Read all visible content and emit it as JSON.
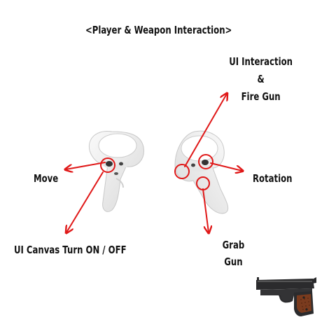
{
  "diagram": {
    "title": "<Player & Weapon Interaction>",
    "labels": {
      "ui_interaction_line1": "UI Interaction",
      "ui_interaction_line2": "&",
      "ui_interaction_line3": "Fire Gun",
      "move": "Move",
      "rotation": "Rotation",
      "ui_canvas": "UI Canvas Turn ON / OFF",
      "grab_line1": "Grab",
      "grab_line2": "Gun"
    },
    "colors": {
      "arrow": "#e01818",
      "controller": "#f1f1f1",
      "controller_shadow": "#cfcfcf",
      "gun_metal": "#2b2b2d",
      "gun_grip": "#7a3b1e"
    },
    "icons": {
      "left_controller": "vr-left-controller-icon",
      "right_controller": "vr-right-controller-icon",
      "pistol": "pistol-icon"
    }
  }
}
